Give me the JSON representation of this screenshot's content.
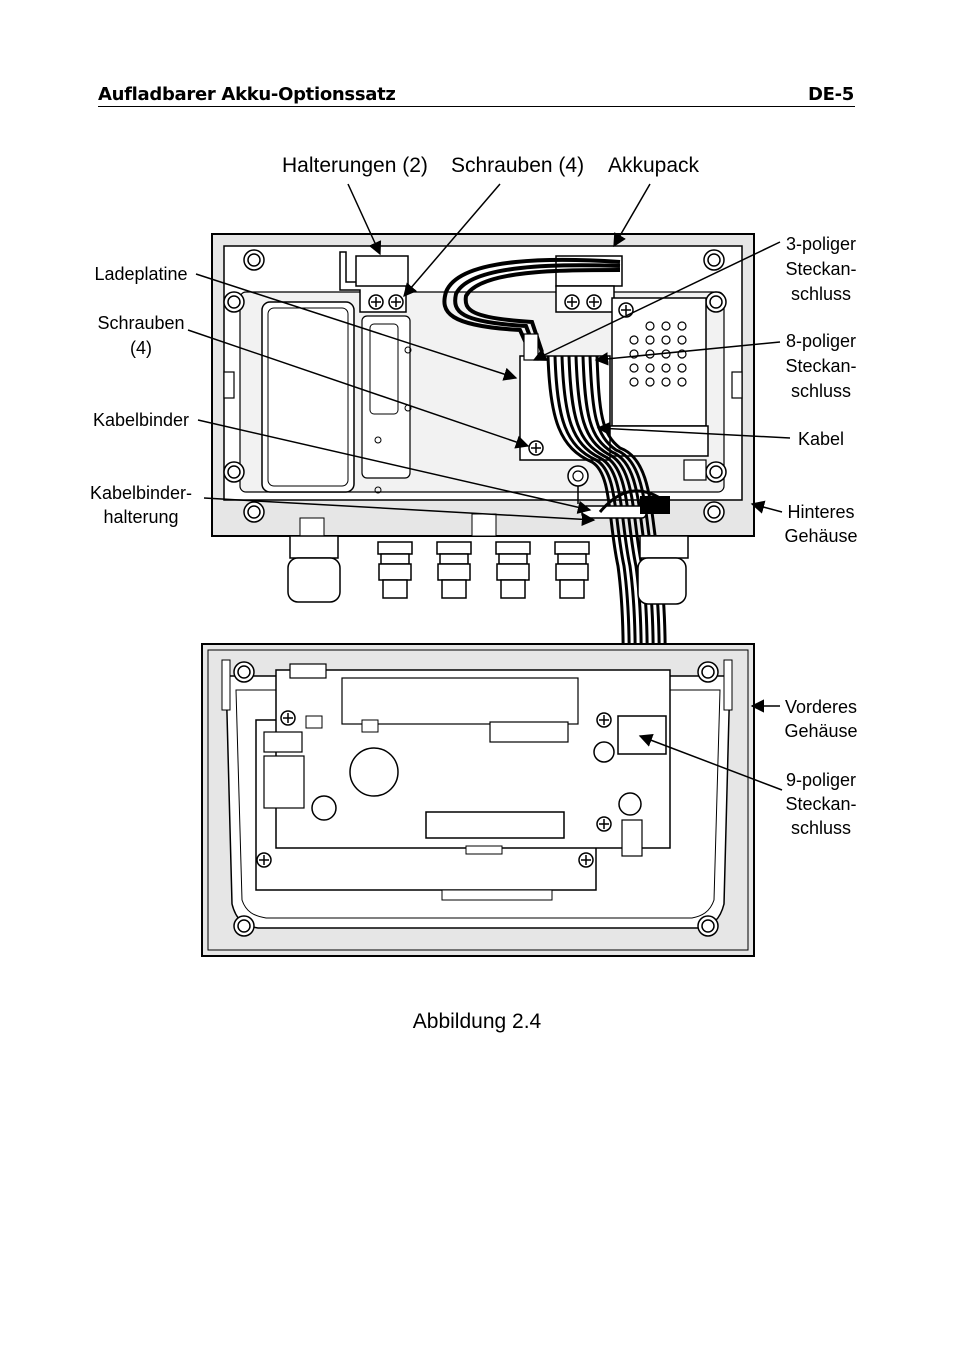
{
  "header": {
    "title": "Aufladbarer Akku-Optionssatz",
    "page": "DE-5"
  },
  "labels_top": {
    "brackets": "Halterungen (2)",
    "screws": "Schrauben (4)",
    "battery": "Akkupack"
  },
  "labels_left": {
    "charger_board": "Ladeplatine",
    "screws_l1": "Schrauben",
    "screws_l2": "(4)",
    "cable_tie": "Kabelbinder",
    "cable_tie_holder_l1": "Kabelbinder-",
    "cable_tie_holder_l2": "halterung"
  },
  "labels_right": {
    "conn3_l1": "3-poliger",
    "conn3_l2": "Steckan-",
    "conn3_l3": "schluss",
    "conn8_l1": "8-poliger",
    "conn8_l2": "Steckan-",
    "conn8_l3": "schluss",
    "cable": "Kabel",
    "rear_l1": "Hinteres",
    "rear_l2": "Gehäuse",
    "front_l1": "Vorderes",
    "front_l2": "Gehäuse",
    "conn9_l1": "9-poliger",
    "conn9_l2": "Steckan-",
    "conn9_l3": "schluss"
  },
  "caption": "Abbildung 2.4"
}
